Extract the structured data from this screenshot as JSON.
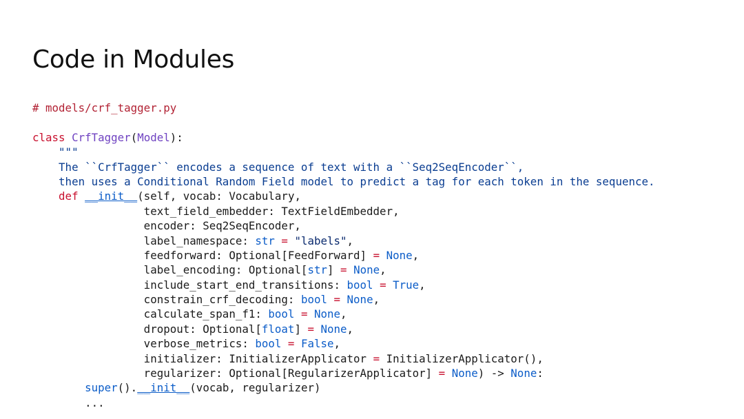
{
  "slide": {
    "title": "Code in Modules"
  },
  "code": {
    "lines": [
      [
        {
          "t": "# models/crf_tagger.py",
          "c": "cm"
        }
      ],
      [],
      [
        {
          "t": "class",
          "c": "kw"
        },
        {
          "t": " ",
          "c": "pl"
        },
        {
          "t": "CrfTagger",
          "c": "cls"
        },
        {
          "t": "(",
          "c": "pl"
        },
        {
          "t": "Model",
          "c": "cls"
        },
        {
          "t": "):",
          "c": "pl"
        }
      ],
      [
        {
          "t": "    ",
          "c": "pl"
        },
        {
          "t": "\"\"\"",
          "c": "doc"
        }
      ],
      [
        {
          "t": "    ",
          "c": "pl"
        },
        {
          "t": "The ``CrfTagger`` encodes a sequence of text with a ``Seq2SeqEncoder``,",
          "c": "doc"
        }
      ],
      [
        {
          "t": "    ",
          "c": "pl"
        },
        {
          "t": "then uses a Conditional Random Field model to predict a tag for each token in the sequence.",
          "c": "doc"
        }
      ],
      [
        {
          "t": "    ",
          "c": "pl"
        },
        {
          "t": "def",
          "c": "kw"
        },
        {
          "t": " ",
          "c": "pl"
        },
        {
          "t": "__init__",
          "c": "fn"
        },
        {
          "t": "(self, vocab: Vocabulary,",
          "c": "pl"
        }
      ],
      [
        {
          "t": "                 text_field_embedder: TextFieldEmbedder,",
          "c": "pl"
        }
      ],
      [
        {
          "t": "                 encoder: Seq2SeqEncoder,",
          "c": "pl"
        }
      ],
      [
        {
          "t": "                 label_namespace: ",
          "c": "pl"
        },
        {
          "t": "str",
          "c": "bi"
        },
        {
          "t": " ",
          "c": "pl"
        },
        {
          "t": "=",
          "c": "op"
        },
        {
          "t": " ",
          "c": "pl"
        },
        {
          "t": "\"labels\"",
          "c": "str"
        },
        {
          "t": ",",
          "c": "pl"
        }
      ],
      [
        {
          "t": "                 feedforward: Optional[FeedForward] ",
          "c": "pl"
        },
        {
          "t": "=",
          "c": "op"
        },
        {
          "t": " ",
          "c": "pl"
        },
        {
          "t": "None",
          "c": "bi"
        },
        {
          "t": ",",
          "c": "pl"
        }
      ],
      [
        {
          "t": "                 label_encoding: Optional[",
          "c": "pl"
        },
        {
          "t": "str",
          "c": "bi"
        },
        {
          "t": "] ",
          "c": "pl"
        },
        {
          "t": "=",
          "c": "op"
        },
        {
          "t": " ",
          "c": "pl"
        },
        {
          "t": "None",
          "c": "bi"
        },
        {
          "t": ",",
          "c": "pl"
        }
      ],
      [
        {
          "t": "                 include_start_end_transitions: ",
          "c": "pl"
        },
        {
          "t": "bool",
          "c": "bi"
        },
        {
          "t": " ",
          "c": "pl"
        },
        {
          "t": "=",
          "c": "op"
        },
        {
          "t": " ",
          "c": "pl"
        },
        {
          "t": "True",
          "c": "bi"
        },
        {
          "t": ",",
          "c": "pl"
        }
      ],
      [
        {
          "t": "                 constrain_crf_decoding: ",
          "c": "pl"
        },
        {
          "t": "bool",
          "c": "bi"
        },
        {
          "t": " ",
          "c": "pl"
        },
        {
          "t": "=",
          "c": "op"
        },
        {
          "t": " ",
          "c": "pl"
        },
        {
          "t": "None",
          "c": "bi"
        },
        {
          "t": ",",
          "c": "pl"
        }
      ],
      [
        {
          "t": "                 calculate_span_f1: ",
          "c": "pl"
        },
        {
          "t": "bool",
          "c": "bi"
        },
        {
          "t": " ",
          "c": "pl"
        },
        {
          "t": "=",
          "c": "op"
        },
        {
          "t": " ",
          "c": "pl"
        },
        {
          "t": "None",
          "c": "bi"
        },
        {
          "t": ",",
          "c": "pl"
        }
      ],
      [
        {
          "t": "                 dropout: Optional[",
          "c": "pl"
        },
        {
          "t": "float",
          "c": "bi"
        },
        {
          "t": "] ",
          "c": "pl"
        },
        {
          "t": "=",
          "c": "op"
        },
        {
          "t": " ",
          "c": "pl"
        },
        {
          "t": "None",
          "c": "bi"
        },
        {
          "t": ",",
          "c": "pl"
        }
      ],
      [
        {
          "t": "                 verbose_metrics: ",
          "c": "pl"
        },
        {
          "t": "bool",
          "c": "bi"
        },
        {
          "t": " ",
          "c": "pl"
        },
        {
          "t": "=",
          "c": "op"
        },
        {
          "t": " ",
          "c": "pl"
        },
        {
          "t": "False",
          "c": "bi"
        },
        {
          "t": ",",
          "c": "pl"
        }
      ],
      [
        {
          "t": "                 initializer: InitializerApplicator ",
          "c": "pl"
        },
        {
          "t": "=",
          "c": "op"
        },
        {
          "t": " InitializerApplicator(),",
          "c": "pl"
        }
      ],
      [
        {
          "t": "                 regularizer: Optional[RegularizerApplicator] ",
          "c": "pl"
        },
        {
          "t": "=",
          "c": "op"
        },
        {
          "t": " ",
          "c": "pl"
        },
        {
          "t": "None",
          "c": "bi"
        },
        {
          "t": ") -> ",
          "c": "pl"
        },
        {
          "t": "None",
          "c": "bi"
        },
        {
          "t": ":",
          "c": "pl"
        }
      ],
      [
        {
          "t": "        ",
          "c": "pl"
        },
        {
          "t": "super",
          "c": "bi"
        },
        {
          "t": "().",
          "c": "pl"
        },
        {
          "t": "__init__",
          "c": "fn"
        },
        {
          "t": "(vocab, regularizer)",
          "c": "pl"
        }
      ],
      [
        {
          "t": "        ...",
          "c": "pl"
        }
      ]
    ]
  }
}
